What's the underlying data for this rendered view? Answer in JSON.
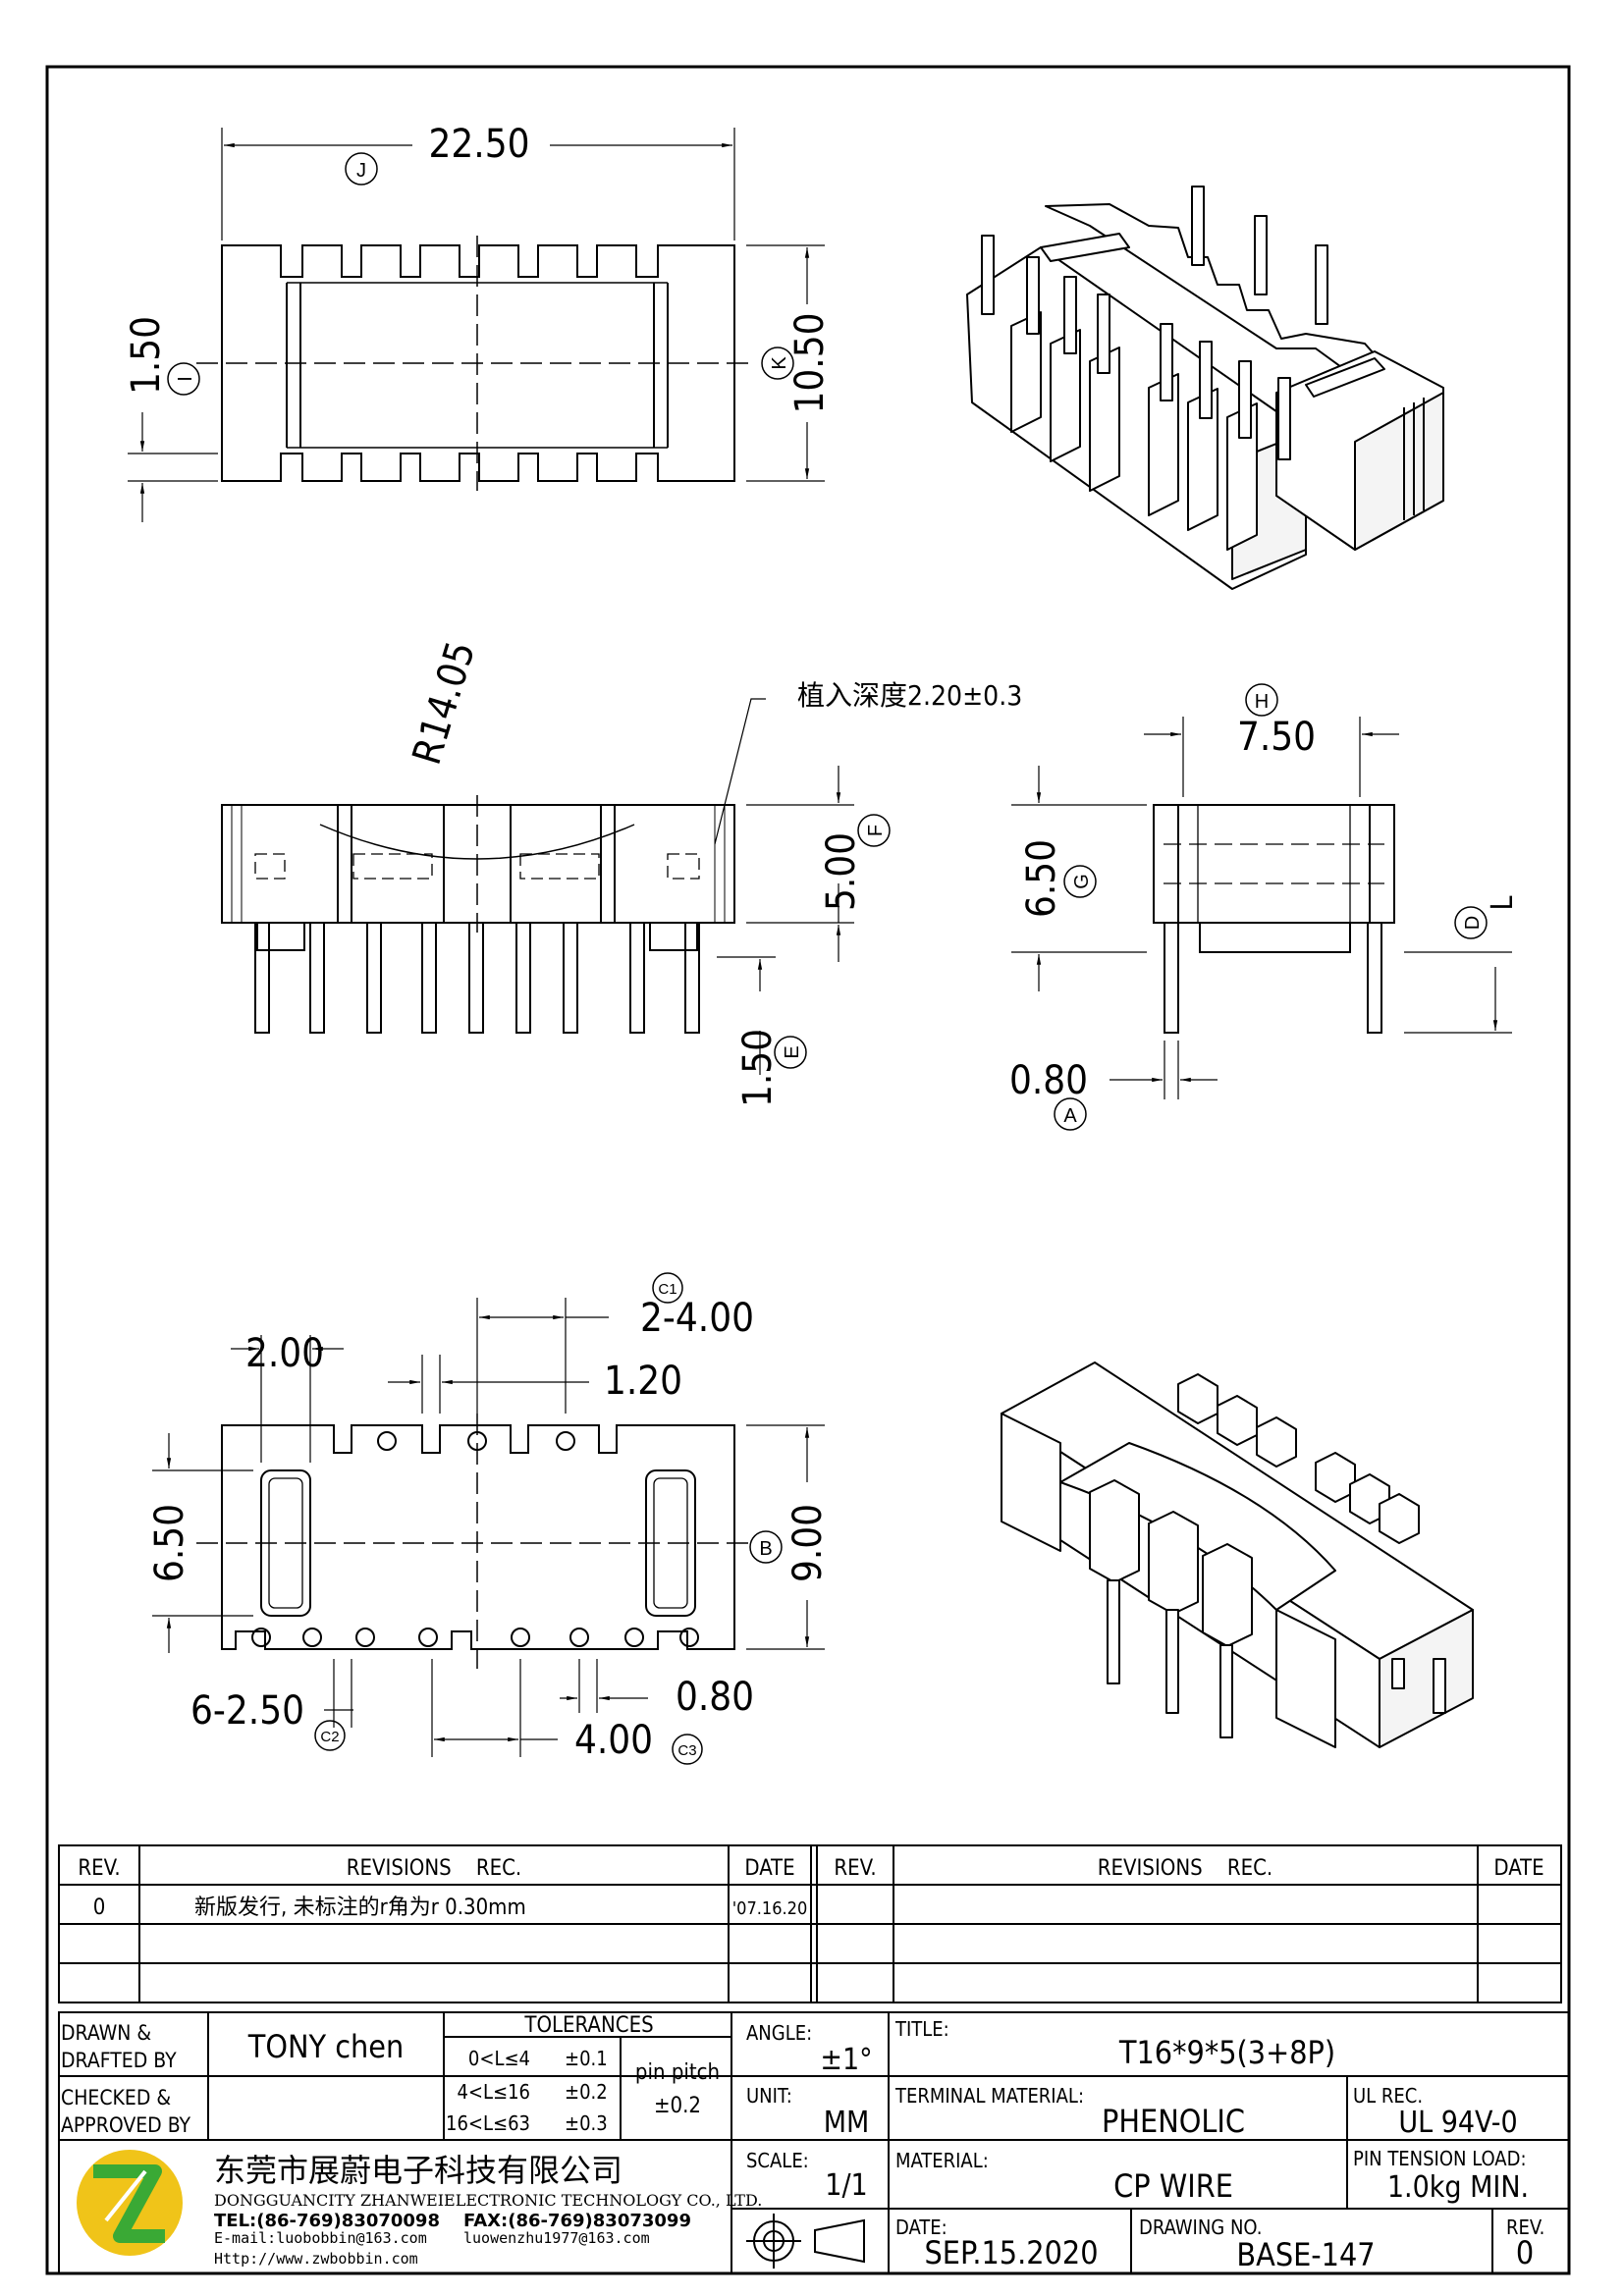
{
  "views": {
    "top": {
      "dims": {
        "width": "22.50",
        "height": "10.50",
        "offset": "1.50"
      },
      "labels": {
        "J": "J",
        "I": "I",
        "K": "K"
      }
    },
    "front": {
      "dims": {
        "radius": "R14.05",
        "height": "5.00",
        "pin_protrusion": "1.50"
      },
      "note": "植入深度2.20±0.3",
      "labels": {
        "F": "F",
        "E": "E"
      }
    },
    "side": {
      "dims": {
        "width": "7.50",
        "height": "6.50",
        "pin_dia": "0.80"
      },
      "labels": {
        "H": "H",
        "G": "G",
        "D": "D",
        "A": "A"
      },
      "L": "L"
    },
    "bottom": {
      "dims": {
        "slot_w": "2.00",
        "pitch": "2-4.00",
        "gap": "1.20",
        "height": "6.50",
        "width": "9.00",
        "holes": "6-2.50",
        "pin_pitch": "4.00",
        "pin_dia": "0.80"
      },
      "labels": {
        "C1": "C1",
        "B": "B",
        "C2": "C2",
        "C3": "C3"
      }
    }
  },
  "revisions": {
    "headers": {
      "rev": "REV.",
      "rec": "REVISIONS    REC.",
      "date": "DATE"
    },
    "rows": [
      {
        "rev": "0",
        "rec": "新版发行, 未标注的r角为r 0.30mm",
        "date": "'07.16.20"
      },
      {
        "rev": "",
        "rec": "",
        "date": ""
      },
      {
        "rev": "",
        "rec": "",
        "date": ""
      }
    ]
  },
  "title_block": {
    "drawn_label": "DRAWN &",
    "drafted_label": "DRAFTED BY",
    "drawn_by": "TONY chen",
    "checked_label": "CHECKED &",
    "approved_label": "APPROVED BY",
    "tolerances": {
      "heading": "TOLERANCES",
      "rows": [
        {
          "range": "0<L≤4",
          "tol": "±0.1"
        },
        {
          "range": "4<L≤16",
          "tol": "±0.2"
        },
        {
          "range": "16<L≤63",
          "tol": "±0.3"
        }
      ],
      "pin_pitch_label": "pin pitch",
      "pin_pitch_tol": "±0.2"
    },
    "angle_label": "ANGLE:",
    "angle": "±1°",
    "unit_label": "UNIT:",
    "unit": "MM",
    "scale_label": "SCALE:",
    "scale": "1/1",
    "title_label": "TITLE:",
    "title": "T16*9*5(3+8P)",
    "terminal_label": "TERMINAL MATERIAL:",
    "terminal": "PHENOLIC",
    "ul_label": "UL REC.",
    "ul": "UL 94V-0",
    "material_label": "MATERIAL:",
    "material": "CP WIRE",
    "pin_tension_label": "PIN TENSION LOAD:",
    "pin_tension": "1.0kg MIN.",
    "date_label": "DATE:",
    "date": "SEP.15.2020",
    "drawing_no_label": "DRAWING NO.",
    "drawing_no": "BASE-147",
    "rev_label": "REV.",
    "rev": "0",
    "company_cn": "东莞市展蔚电子科技有限公司",
    "company_en": "DONGGUANCITY ZHANWEIELECTRONIC TECHNOLOGY CO., LTD.",
    "tel": "TEL:(86-769)83070098",
    "fax": "FAX:(86-769)83073099",
    "email": "E-mail:luobobbin@163.com",
    "email2": "luowenzhu1977@163.com",
    "web": "Http://www.zwbobbin.com"
  },
  "colors": {
    "logo_yellow": "#f0c419",
    "logo_green": "#3aa935",
    "line": "#000000"
  }
}
